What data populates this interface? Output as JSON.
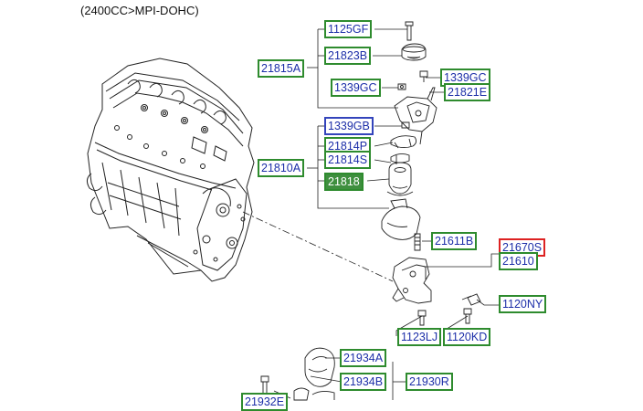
{
  "header": {
    "title": "(2400CC>MPI-DOHC)"
  },
  "part_labels": {
    "p1125GF": "1125GF",
    "p21823B": "21823B",
    "p21815A": "21815A",
    "p1339GC_a": "1339GC",
    "p1339GC_b": "1339GC",
    "p21821E": "21821E",
    "p1339GB": "1339GB",
    "p21814P": "21814P",
    "p21810A": "21810A",
    "p21814S": "21814S",
    "p21818": "21818",
    "p21611B": "21611B",
    "p21670S": "21670S",
    "p21610": "21610",
    "p1120NY": "1120NY",
    "p1123LJ": "1123LJ",
    "p1120KD": "1120KD",
    "p21934A": "21934A",
    "p21934B": "21934B",
    "p21930R": "21930R",
    "p21932E": "21932E"
  },
  "colors": {
    "label_border_green": "#2e8b2e",
    "label_border_blue": "#3344bb",
    "label_border_red": "#dd2222",
    "label_text": "#1c2ea8",
    "selected_fill": "#3f8f3f"
  }
}
